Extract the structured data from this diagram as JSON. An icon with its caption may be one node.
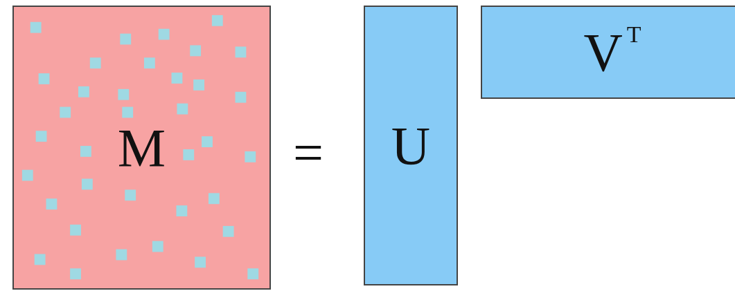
{
  "diagram": {
    "nodes": [
      {
        "text": [
          "M"
        ]
      },
      {
        "text": [
          "U"
        ]
      },
      {
        "text": [
          "V$^{T}$"
        ]
      }
    ],
    "labels": [
      "="
    ]
  }
}
